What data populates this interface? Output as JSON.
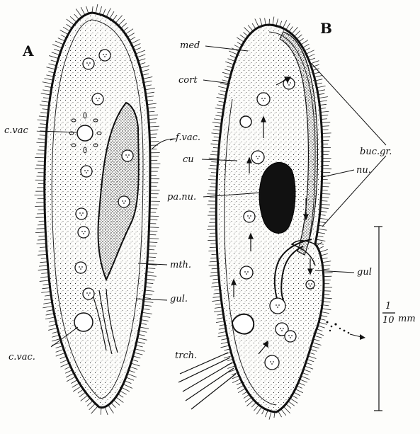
{
  "panels": {
    "a": "A",
    "b": "B"
  },
  "labels": {
    "a_cvac_top": "c.vac",
    "a_cvac_bottom": "c.vac.",
    "fvac": "f.vac.",
    "mth": "mth.",
    "gul_a": "gul.",
    "med": "med",
    "cort": "cort",
    "cu": "cu",
    "panu": "pa.nu.",
    "trch": "trch.",
    "buc_gr": "buc.gr.",
    "nu": "nu.",
    "gul_b": "gul"
  },
  "scale_bar": {
    "numerator": "1",
    "denominator": "10",
    "unit": "mm"
  },
  "colors": {
    "ink": "#111111",
    "paper": "#fdfdfb"
  }
}
